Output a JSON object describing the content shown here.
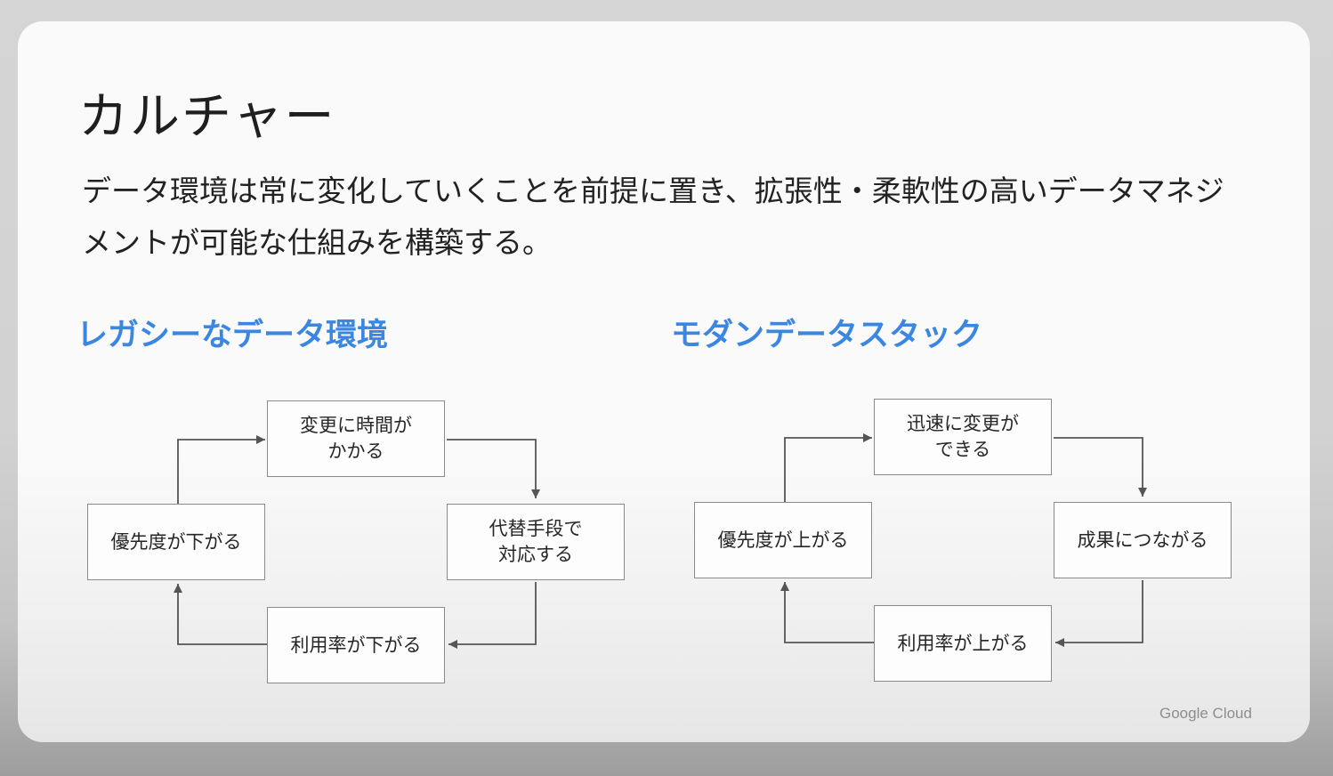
{
  "slide": {
    "title": "カルチャー",
    "description": "データ環境は常に変化していくことを前提に置き、拡張性・柔軟性の高いデータマネジメントが可能な仕組みを構築する。",
    "brand": "Google Cloud"
  },
  "legacy": {
    "heading": "レガシーなデータ環境",
    "nodes": {
      "top": "変更に時間が\nかかる",
      "right": "代替手段で\n対応する",
      "bottom": "利用率が下がる",
      "left": "優先度が下がる"
    }
  },
  "modern": {
    "heading": "モダンデータスタック",
    "nodes": {
      "top": "迅速に変更が\nできる",
      "right": "成果につながる",
      "bottom": "利用率が上がる",
      "left": "優先度が上がる"
    }
  },
  "colors": {
    "heading_accent": "#3a86e0",
    "box_border": "#8a8a8a",
    "arrow": "#555555"
  }
}
